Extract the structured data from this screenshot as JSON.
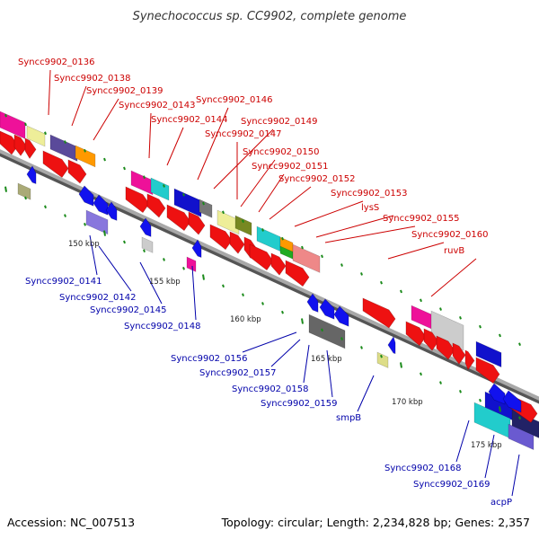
{
  "title": "Synechococcus sp. CC9902, complete genome",
  "footer": {
    "accession": "Accession: NC_007513",
    "summary": "Topology: circular; Length: 2,234,828 bp; Genes: 2,357"
  },
  "colors": {
    "forward_label": "#cc0000",
    "reverse_label": "#0000aa",
    "backbone": "#8c8c8c",
    "tick": "#1a8a1a"
  },
  "kbp_marks": [
    "150 kbp",
    "155 kbp",
    "160 kbp",
    "165 kbp",
    "170 kbp",
    "175 kbp"
  ],
  "forward_labels": [
    "Syncc9902_0136",
    "Syncc9902_0138",
    "Syncc9902_0139",
    "Syncc9902_0143",
    "Syncc9902_0146",
    "Syncc9902_0144",
    "Syncc9902_0149",
    "Syncc9902_0147",
    "Syncc9902_0150",
    "Syncc9902_0151",
    "Syncc9902_0152",
    "Syncc9902_0153",
    "lysS",
    "Syncc9902_0155",
    "Syncc9902_0160",
    "ruvB"
  ],
  "reverse_labels": [
    "Syncc9902_0141",
    "Syncc9902_0142",
    "Syncc9902_0145",
    "Syncc9902_0148",
    "Syncc9902_0156",
    "Syncc9902_0157",
    "Syncc9902_0158",
    "Syncc9902_0159",
    "smpB",
    "Syncc9902_0168",
    "Syncc9902_0169",
    "acpP"
  ]
}
